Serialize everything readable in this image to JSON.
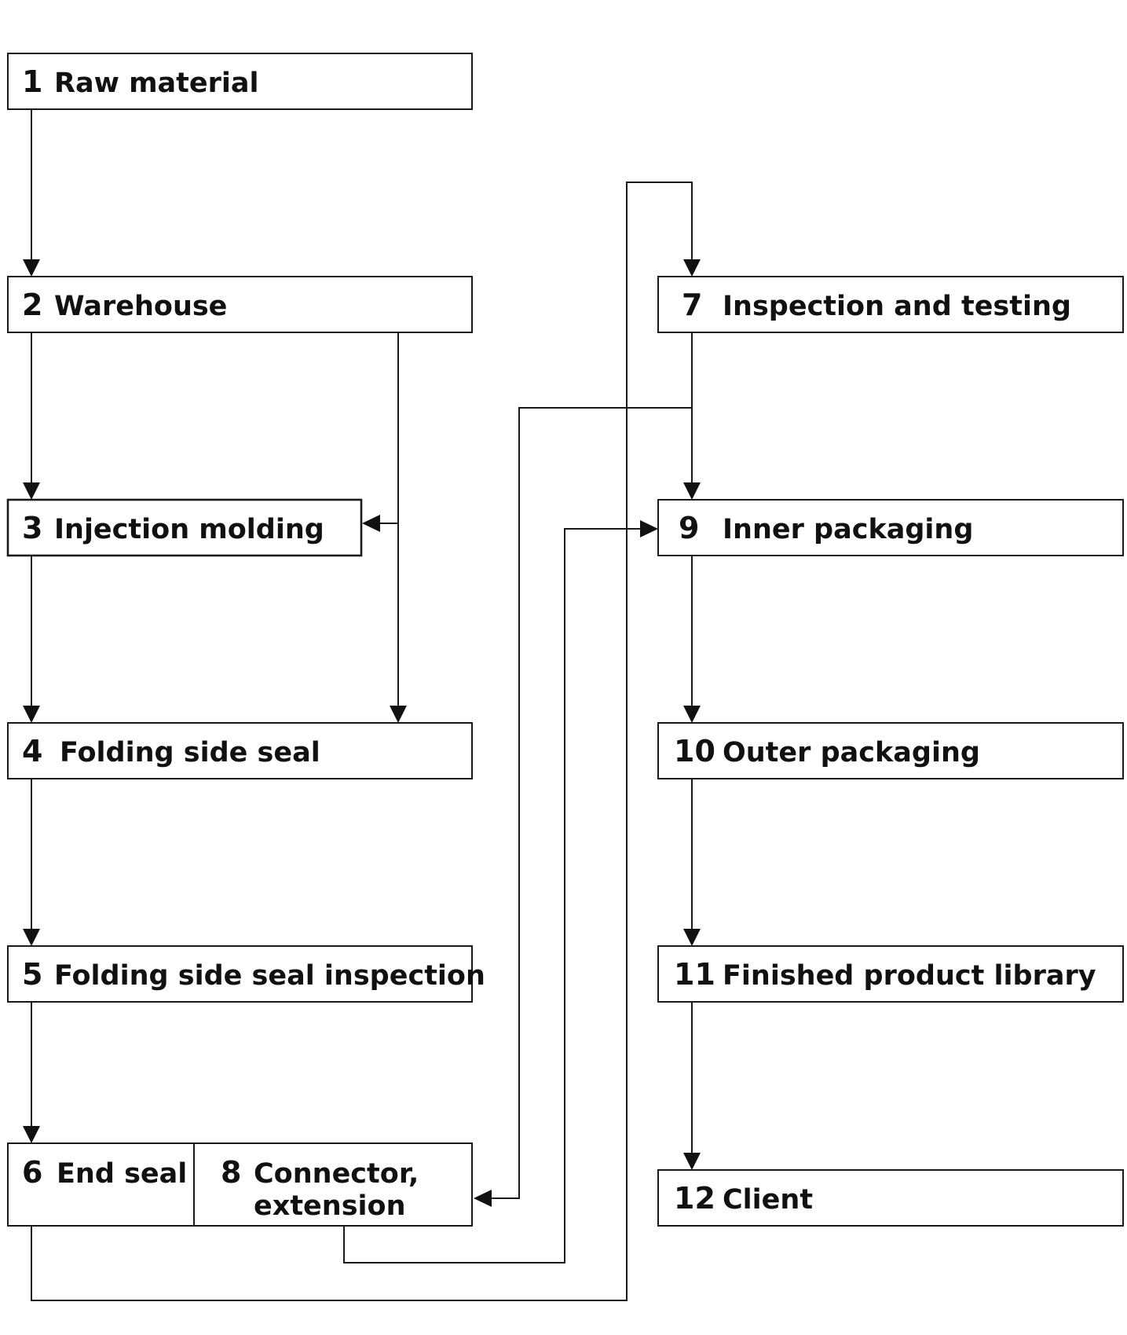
{
  "steps": [
    {
      "num": "1",
      "label": "Raw material"
    },
    {
      "num": "2",
      "label": "Warehouse"
    },
    {
      "num": "3",
      "label": "Injection molding"
    },
    {
      "num": "4",
      "label": "Folding side seal"
    },
    {
      "num": "5",
      "label": "Folding side seal inspection"
    },
    {
      "num": "6",
      "label": "End seal"
    },
    {
      "num": "7",
      "label": "Inspection and testing"
    },
    {
      "num": "8",
      "label_line1": "Connector,",
      "label_line2": "extension"
    },
    {
      "num": "9",
      "label": "Inner packaging"
    },
    {
      "num": "10",
      "label": "Outer packaging"
    },
    {
      "num": "11",
      "label": "Finished product library"
    },
    {
      "num": "12",
      "label": "Client"
    }
  ],
  "colors": {
    "stroke": "#1a1a1a",
    "text": "#111111",
    "background": "#ffffff"
  }
}
